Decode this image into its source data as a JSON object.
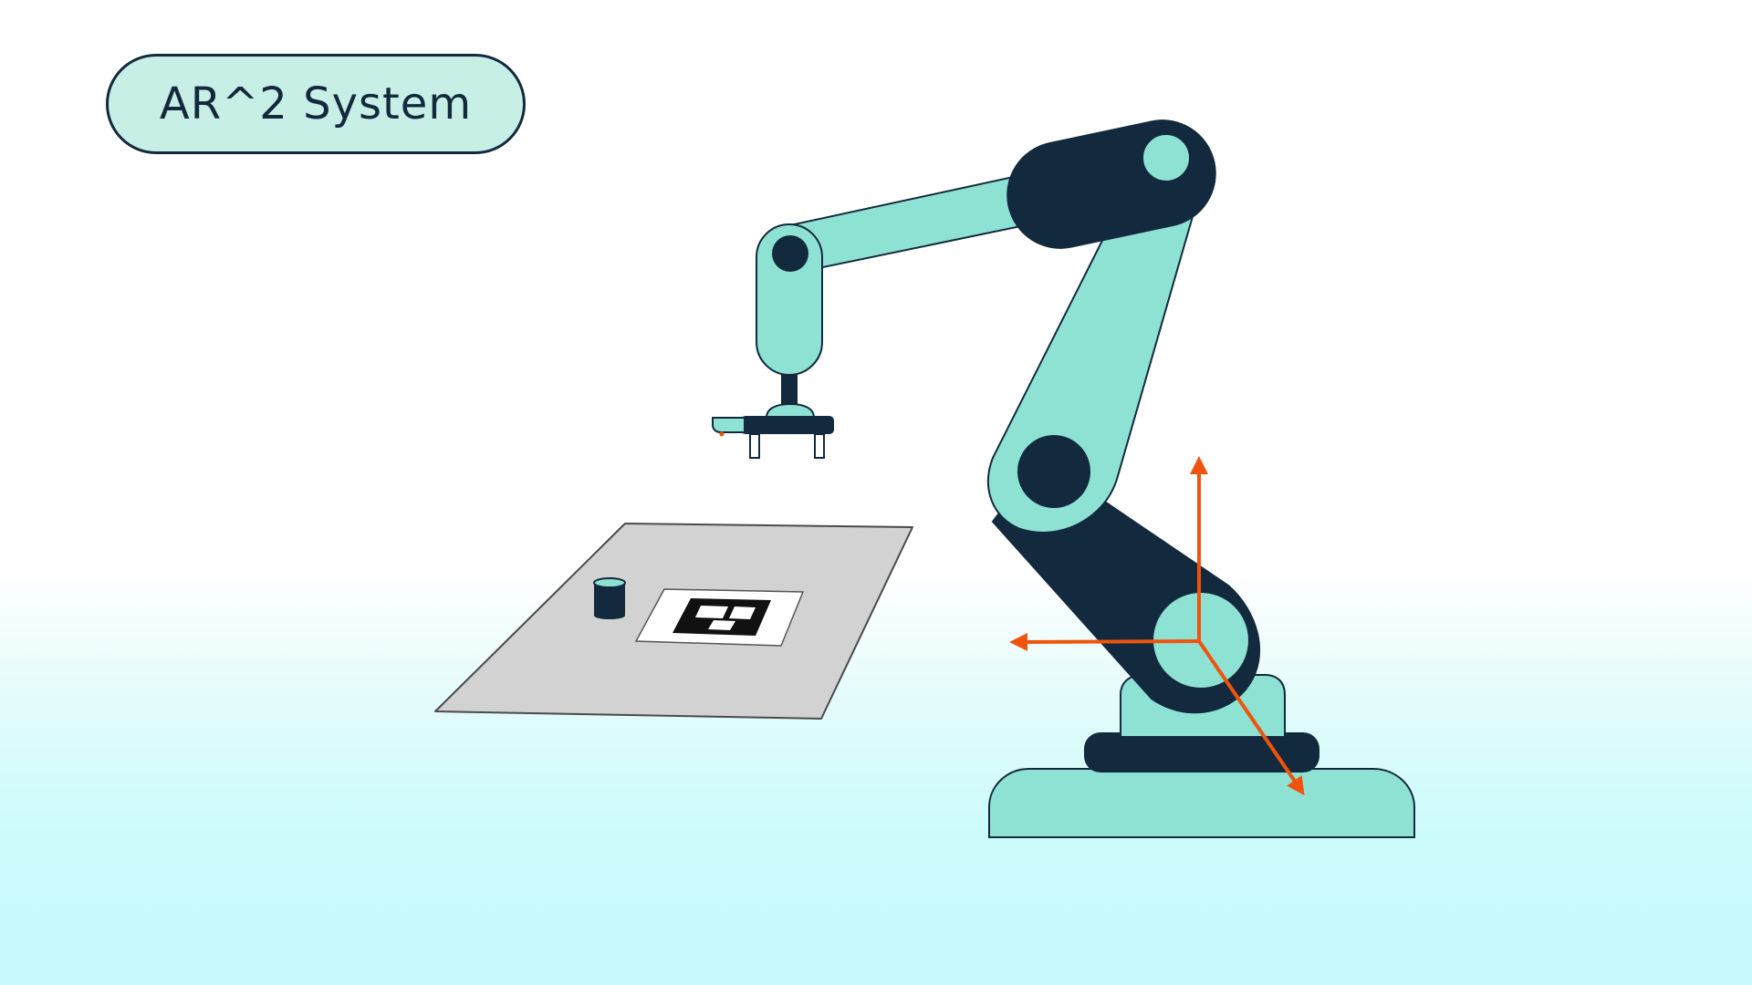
{
  "title": {
    "label": "AR^2 System"
  },
  "colors": {
    "arm_fill": "#8de2d3",
    "dark": "#13293d",
    "axis_arrow": "#f0540c",
    "table_fill": "#d2d2d2",
    "background_bottom": "#c9fbfc",
    "pill_fill": "#c7efe6"
  },
  "scene": {
    "elements": [
      "robot-arm",
      "gripper",
      "work-table",
      "fiducial-marker",
      "cylinder-object",
      "base-coordinate-frame"
    ]
  }
}
